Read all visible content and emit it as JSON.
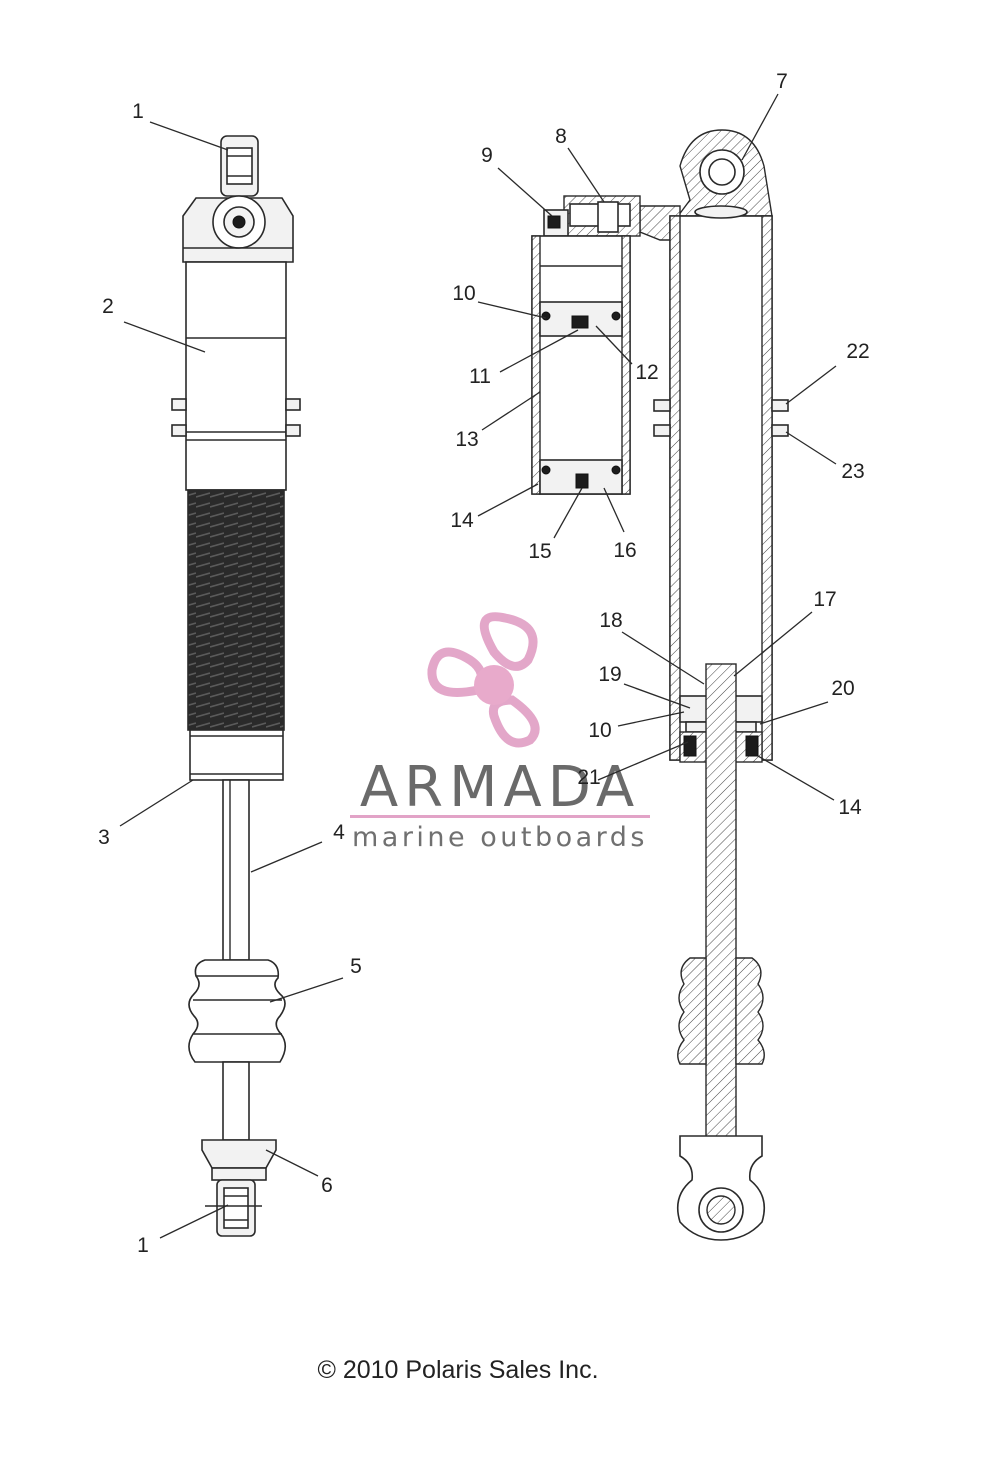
{
  "diagram": {
    "callouts": [
      {
        "id": "c1a",
        "label": "1"
      },
      {
        "id": "c2",
        "label": "2"
      },
      {
        "id": "c3",
        "label": "3"
      },
      {
        "id": "c4",
        "label": "4"
      },
      {
        "id": "c5",
        "label": "5"
      },
      {
        "id": "c6",
        "label": "6"
      },
      {
        "id": "c1b",
        "label": "1"
      },
      {
        "id": "c7",
        "label": "7"
      },
      {
        "id": "c8",
        "label": "8"
      },
      {
        "id": "c9",
        "label": "9"
      },
      {
        "id": "c10a",
        "label": "10"
      },
      {
        "id": "c11",
        "label": "11"
      },
      {
        "id": "c12",
        "label": "12"
      },
      {
        "id": "c13",
        "label": "13"
      },
      {
        "id": "c14a",
        "label": "14"
      },
      {
        "id": "c15",
        "label": "15"
      },
      {
        "id": "c16",
        "label": "16"
      },
      {
        "id": "c22",
        "label": "22"
      },
      {
        "id": "c23",
        "label": "23"
      },
      {
        "id": "c17",
        "label": "17"
      },
      {
        "id": "c18",
        "label": "18"
      },
      {
        "id": "c19",
        "label": "19"
      },
      {
        "id": "c10b",
        "label": "10"
      },
      {
        "id": "c20",
        "label": "20"
      },
      {
        "id": "c21",
        "label": "21"
      },
      {
        "id": "c14b",
        "label": "14"
      }
    ],
    "copyright": "© 2010 Polaris Sales Inc.",
    "watermark": {
      "title": "ARMADA",
      "subtitle": "marine outboards",
      "colors": {
        "logo": "#e2a3c7",
        "hub": "#e7a6c9",
        "rule": "#e2a3c7",
        "text": "#6a6a6a"
      }
    }
  }
}
